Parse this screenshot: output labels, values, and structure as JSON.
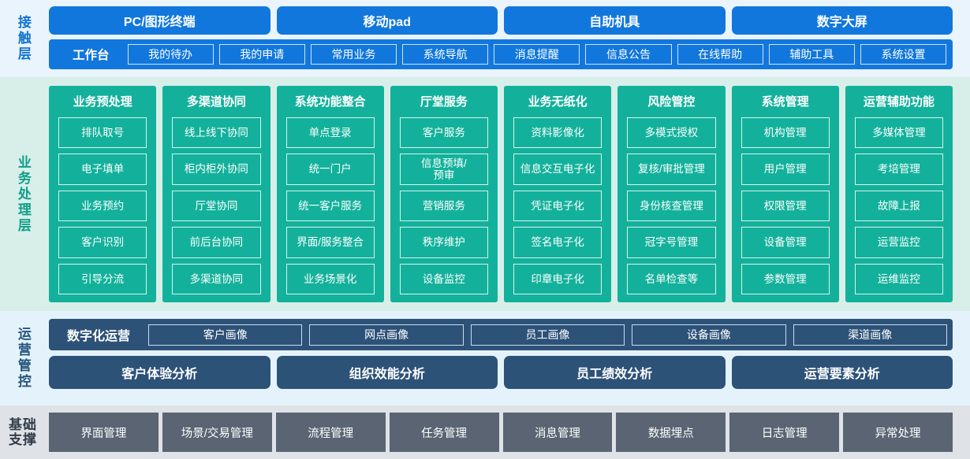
{
  "layers": {
    "contact": {
      "label": "接触层",
      "accent": "#1177dd",
      "channels": [
        "PC/图形终端",
        "移动pad",
        "自助机具",
        "数字大屏"
      ],
      "workbench_title": "工作台",
      "workbench_items": [
        "我的待办",
        "我的申请",
        "常用业务",
        "系统导航",
        "消息提醒",
        "信息公告",
        "在线帮助",
        "辅助工具",
        "系统设置"
      ]
    },
    "business": {
      "label": "业务处理层",
      "accent": "#13b19b",
      "columns": [
        {
          "title": "业务预处理",
          "items": [
            "排队取号",
            "电子填单",
            "业务预约",
            "客户识别",
            "引导分流"
          ]
        },
        {
          "title": "多渠道协同",
          "items": [
            "线上线下协同",
            "柜内柜外协同",
            "厅堂协同",
            "前后台协同",
            "多渠道协同"
          ]
        },
        {
          "title": "系统功能整合",
          "items": [
            "单点登录",
            "统一门户",
            "统一客户服务",
            "界面/服务整合",
            "业务场景化"
          ]
        },
        {
          "title": "厅堂服务",
          "items": [
            "客户服务",
            "信息预填/\n预审",
            "营销服务",
            "秩序维护",
            "设备监控"
          ]
        },
        {
          "title": "业务无纸化",
          "items": [
            "资料影像化",
            "信息交互电子化",
            "凭证电子化",
            "签名电子化",
            "印章电子化"
          ]
        },
        {
          "title": "风险管控",
          "items": [
            "多模式授权",
            "复核/审批管理",
            "身份核查管理",
            "冠字号管理",
            "名单检查等"
          ]
        },
        {
          "title": "系统管理",
          "items": [
            "机构管理",
            "用户管理",
            "权限管理",
            "设备管理",
            "参数管理"
          ]
        },
        {
          "title": "运营辅助功能",
          "items": [
            "多媒体管理",
            "考培管理",
            "故障上报",
            "运营监控",
            "运维监控"
          ]
        }
      ]
    },
    "operations": {
      "label": "运营管控",
      "accent": "#2d5278",
      "digital_title": "数字化运营",
      "portraits": [
        "客户画像",
        "网点画像",
        "员工画像",
        "设备画像",
        "渠道画像"
      ],
      "analyses": [
        "客户体验分析",
        "组织效能分析",
        "员工绩效分析",
        "运营要素分析"
      ]
    },
    "base": {
      "label": "基础支撑",
      "accent": "#5a6472",
      "items": [
        "界面管理",
        "场景/交易管理",
        "流程管理",
        "任务管理",
        "消息管理",
        "数据埋点",
        "日志管理",
        "异常处理"
      ]
    }
  }
}
